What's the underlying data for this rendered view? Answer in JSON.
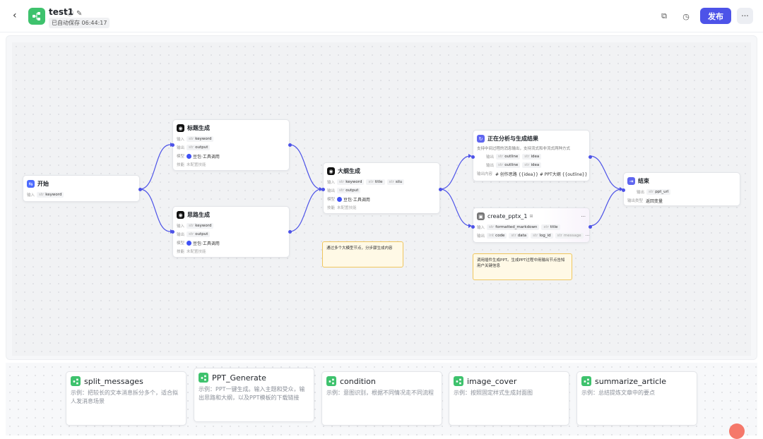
{
  "header": {
    "back_icon": "chevron-left-icon",
    "title": "test1",
    "autosave": "已自动保存 06:44:17",
    "publish_label": "发布",
    "more_label": "···",
    "copy_icon": "copy-icon",
    "history_icon": "history-icon"
  },
  "nodes": {
    "start": {
      "title": "开始",
      "input_label": "输入",
      "input_var": "keyword",
      "var_type": "str"
    },
    "title_gen": {
      "title": "标题生成",
      "in_label": "输入",
      "in_var": "keyword",
      "out_label": "输出",
      "out_var": "output",
      "model_label": "模型",
      "model": "豆包·工具调用",
      "skill_label": "技能",
      "skill": "未配置技能"
    },
    "idea_gen": {
      "title": "思路生成",
      "in_label": "输入",
      "in_var": "keyword",
      "out_label": "输出",
      "out_var": "output",
      "model_label": "模型",
      "model": "豆包·工具调用",
      "skill_label": "技能",
      "skill": "未配置技能"
    },
    "outline_gen": {
      "title": "大纲生成",
      "in_label": "输入",
      "in_vars": [
        "keyword",
        "title",
        "silu"
      ],
      "out_label": "输出",
      "out_var": "output",
      "model_label": "模型",
      "model": "豆包·工具调用",
      "skill_label": "技能",
      "skill": "未配置技能"
    },
    "analyze": {
      "title": "正在分析与生成结果",
      "desc": "支持中间过程的消息输出，支持流式和非流式两种方式",
      "out_label": "输出",
      "rows": [
        [
          "outline",
          "idea"
        ],
        [
          "outline",
          "idea"
        ]
      ],
      "content_label": "输出内容",
      "content": "# 创作思路 {{idea}} # PPT大纲 {{outline}}"
    },
    "pptx": {
      "title": "create_pptx_1",
      "in_label": "输入",
      "in_vars": [
        "formatted_markdown",
        "title"
      ],
      "out_label": "输出",
      "out_vars": [
        "code",
        "data",
        "log_id",
        "message"
      ],
      "more": "···",
      "menu": "···"
    },
    "end": {
      "title": "结束",
      "out_label": "输出",
      "out_var": "ppt_url",
      "type_label": "输出类型",
      "type_value": "返回变量"
    }
  },
  "notes": {
    "note1": "通过多个大模型节点，分步骤生成内容",
    "note2": "调用插件生成PPT。生成PPT过程中用输出节点告知用户关键信息"
  },
  "var_type_str": "str",
  "var_type_int": "int",
  "var_type_obj": "obj",
  "templates": [
    {
      "title": "split_messages",
      "desc": "示例：把较长的文本消息拆分多个，适合拟人发消息场景"
    },
    {
      "title": "PPT_Generate",
      "desc": "示例：PPT一键生成。输入主题和受众，输出思路和大纲，以及PPT模板的下载链接"
    },
    {
      "title": "condition",
      "desc": "示例：意图识别，根据不同情况走不同流程"
    },
    {
      "title": "image_cover",
      "desc": "示例：按照固定样式生成封面图"
    },
    {
      "title": "summarize_article",
      "desc": "示例：总结提炼文章中的要点"
    }
  ],
  "colors": {
    "accent": "#4d53e8",
    "workflow_green": "#3ec26d",
    "note_border": "#f0c65d"
  }
}
